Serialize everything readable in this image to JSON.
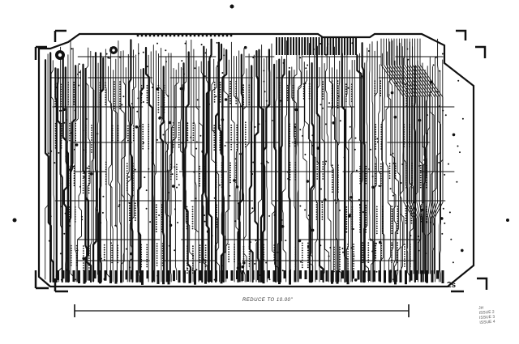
{
  "artwork": {
    "kind": "printed-circuit-board-trace-layout",
    "ink_color": "#111111",
    "paper_color": "#ffffff"
  },
  "annotations": {
    "scale_label": "REDUCE TO 10.00\"",
    "sheet_number": "2s",
    "notes": [
      "JH",
      "ISSUE 2",
      "ISSUE 3",
      "ISSUE 4"
    ]
  }
}
